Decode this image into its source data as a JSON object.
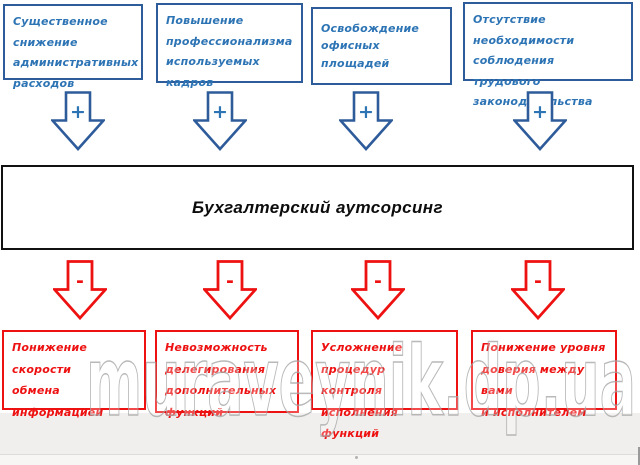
{
  "title": {
    "label": "Бухгалтерский аутсорсинг"
  },
  "pros": {
    "sign": "+",
    "items": [
      {
        "label": "Существенное\nснижение\nадминистративных\nрасходов"
      },
      {
        "label": "Повышение\nпрофессионализма\nиспользуемых\nкадров"
      },
      {
        "label": "Освобождение\nофисных площадей"
      },
      {
        "label": "Отсутствие\nнеобходимости\nсоблюдения трудового\nзаконодательства"
      }
    ]
  },
  "cons": {
    "sign": "-",
    "items": [
      {
        "label": "Понижение скорости\nобмена\nинформацией"
      },
      {
        "label": "Невозможность\nделегирования\nдополнительных\nфункций"
      },
      {
        "label": "Усложнение\nпроцедур контроля\nисполнения функций"
      },
      {
        "label": "Понижение уровня\nдоверия между вами\nи исполнителем"
      }
    ]
  },
  "watermark": {
    "text": "muraveynik.dp.ua"
  },
  "colors": {
    "pro_border": "#2e5b9a",
    "pro_text": "#2d74b5",
    "con_accent": "#ee1111",
    "title_border": "#111111",
    "watermark_gray": "#a8a8a8",
    "footer_band": "#f1efee"
  }
}
